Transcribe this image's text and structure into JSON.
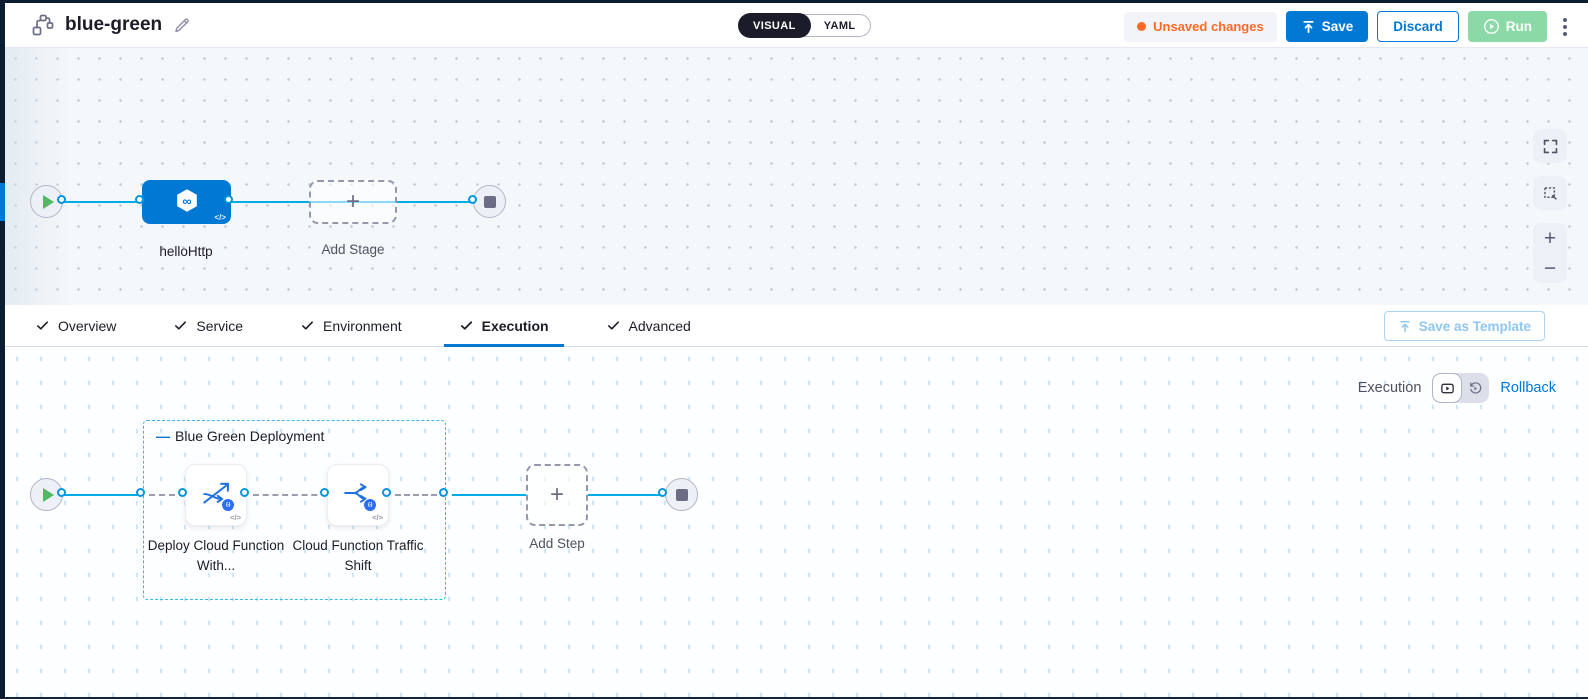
{
  "header": {
    "title": "blue-green",
    "view_toggle": {
      "visual_label": "VISUAL",
      "yaml_label": "YAML",
      "selected": "VISUAL"
    },
    "unsaved_changes_label": "Unsaved changes",
    "save_label": "Save",
    "discard_label": "Discard",
    "run_label": "Run"
  },
  "stage_pipeline": {
    "stage_label": "helloHttp",
    "add_stage_label": "Add Stage"
  },
  "tabs": {
    "items": [
      {
        "label": "Overview"
      },
      {
        "label": "Service"
      },
      {
        "label": "Environment"
      },
      {
        "label": "Execution"
      },
      {
        "label": "Advanced"
      }
    ],
    "active": "Execution",
    "save_as_template_label": "Save as Template"
  },
  "execution_panel": {
    "mode_label": "Execution",
    "rollback_label": "Rollback",
    "group_label": "Blue Green Deployment",
    "steps": [
      {
        "label": "Deploy Cloud Function With..."
      },
      {
        "label": "Cloud Function Traffic Shift"
      }
    ],
    "add_step_label": "Add Step"
  },
  "icons": {
    "plus": "+",
    "minus": "−",
    "infinity": "∞",
    "code_glyph": "</>",
    "fn_badge_glyph": "(-)",
    "group_dash": "—"
  },
  "colors": {
    "accent_blue": "#0278d5",
    "connector_blue": "#00ade4",
    "run_green": "#8bd9a6",
    "unsaved_orange": "#ff6b26",
    "play_green": "#4dbb63",
    "nav_dark": "#0b1d31"
  }
}
